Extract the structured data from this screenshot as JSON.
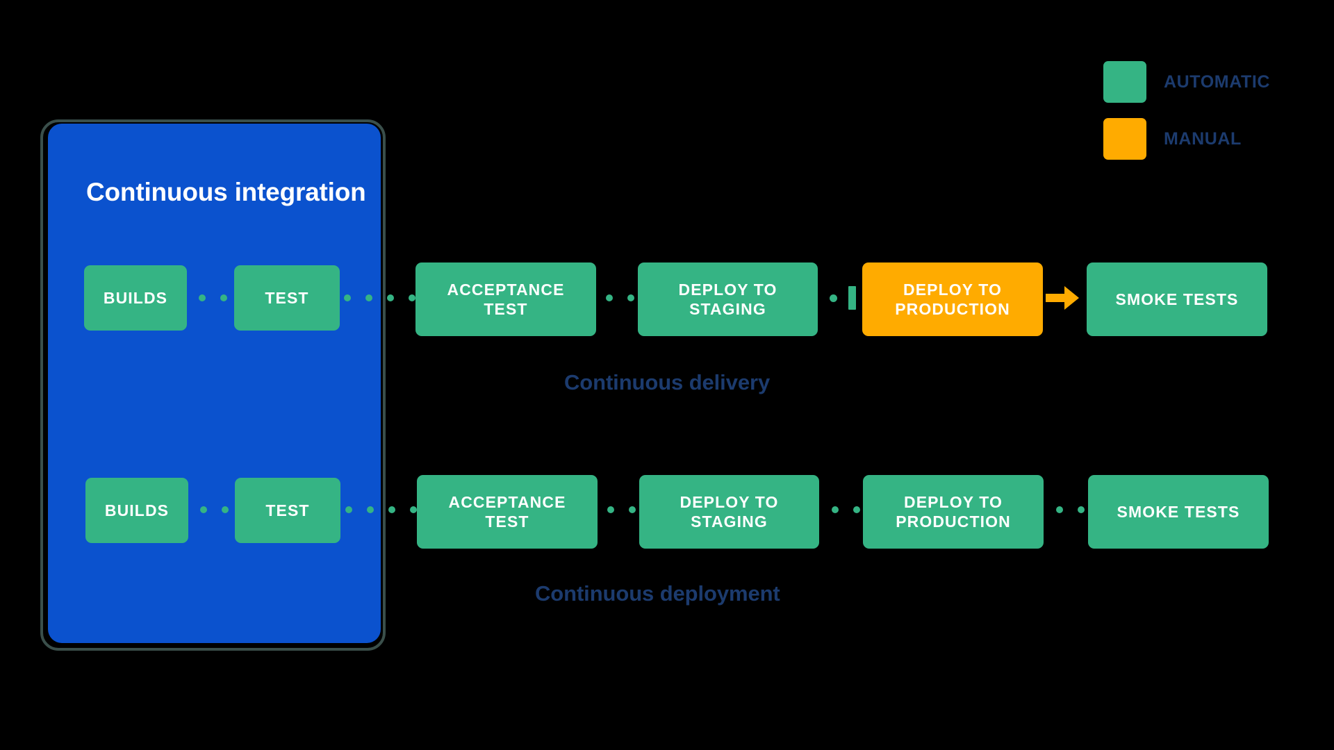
{
  "legend": {
    "items": [
      {
        "label": "AUTOMATIC",
        "color": "#35b484",
        "swatch_name": "automatic-swatch"
      },
      {
        "label": "MANUAL",
        "color": "#ffab00",
        "swatch_name": "manual-swatch"
      }
    ]
  },
  "ci_panel": {
    "title": "Continuous integration",
    "background": "#0b52ce",
    "outline_color": "#3a4f4b"
  },
  "colors": {
    "automatic_green": "#35b484",
    "manual_orange": "#ffab00",
    "panel_blue": "#0b52ce",
    "caption_navy": "#1c3b6e",
    "page_background": "#000000",
    "box_text": "#ffffff"
  },
  "rows": [
    {
      "caption": "Continuous delivery",
      "stages": [
        {
          "label": "BUILDS",
          "type": "automatic",
          "inside_ci": true
        },
        {
          "label": "TEST",
          "type": "automatic",
          "inside_ci": true
        },
        {
          "label": "ACCEPTANCE\nTEST",
          "type": "automatic",
          "inside_ci": false
        },
        {
          "label": "DEPLOY TO\nSTAGING",
          "type": "automatic",
          "inside_ci": false
        },
        {
          "label": "DEPLOY TO\nPRODUCTION",
          "type": "manual",
          "inside_ci": false
        },
        {
          "label": "SMOKE TESTS",
          "type": "automatic",
          "inside_ci": false
        }
      ],
      "connectors": [
        "dots",
        "dots",
        "dots",
        "gate",
        "arrow"
      ]
    },
    {
      "caption": "Continuous deployment",
      "stages": [
        {
          "label": "BUILDS",
          "type": "automatic",
          "inside_ci": true
        },
        {
          "label": "TEST",
          "type": "automatic",
          "inside_ci": true
        },
        {
          "label": "ACCEPTANCE\nTEST",
          "type": "automatic",
          "inside_ci": false
        },
        {
          "label": "DEPLOY TO\nSTAGING",
          "type": "automatic",
          "inside_ci": false
        },
        {
          "label": "DEPLOY TO\nPRODUCTION",
          "type": "automatic",
          "inside_ci": false
        },
        {
          "label": "SMOKE TESTS",
          "type": "automatic",
          "inside_ci": false
        }
      ],
      "connectors": [
        "dots",
        "dots",
        "dots",
        "dots",
        "dots"
      ]
    }
  ]
}
